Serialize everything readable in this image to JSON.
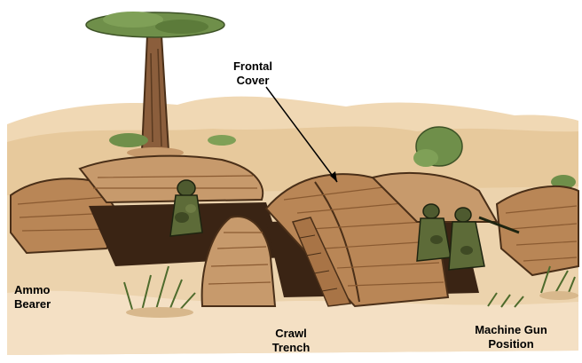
{
  "labels": {
    "frontal_cover": {
      "line1": "Frontal",
      "line2": "Cover"
    },
    "ammo_bearer": {
      "line1": "Ammo",
      "line2": "Bearer"
    },
    "crawl_trench": {
      "line1": "Crawl",
      "line2": "Trench"
    },
    "machine_gun_position": {
      "line1": "Machine Gun",
      "line2": "Position"
    }
  },
  "colors": {
    "background": "#ffffff",
    "sand": "#e9cfa6",
    "sand_light": "#f2dcbd",
    "earth": "#b98656",
    "earth_dark": "#8a5a31",
    "trench": "#3a2414",
    "sandbag": "#c79a6c",
    "tree_trunk": "#8b5e3c",
    "foliage": "#6f8f4a",
    "soldier": "#4e5a2f",
    "ink": "#000000"
  }
}
